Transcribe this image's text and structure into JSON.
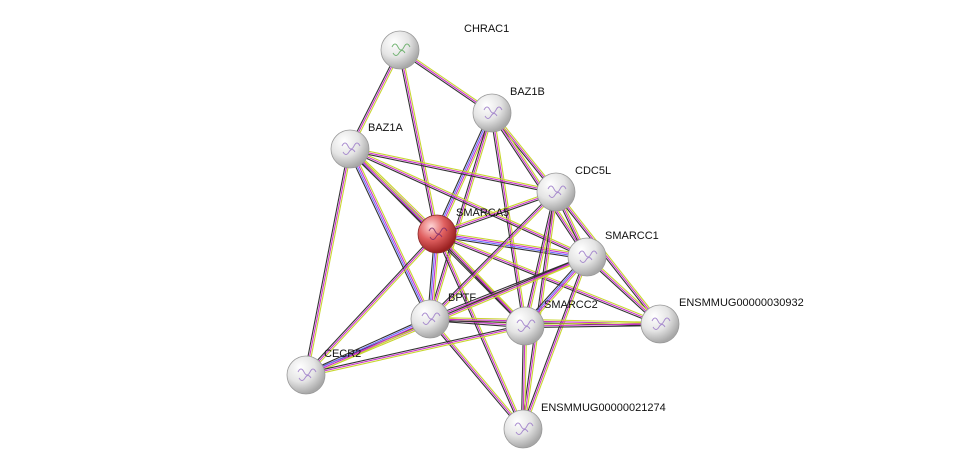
{
  "nodes": [
    {
      "id": "CHRAC1",
      "label": "CHRAC1",
      "query": false
    },
    {
      "id": "BAZ1B",
      "label": "BAZ1B",
      "query": false
    },
    {
      "id": "BAZ1A",
      "label": "BAZ1A",
      "query": false
    },
    {
      "id": "CDC5L",
      "label": "CDC5L",
      "query": false
    },
    {
      "id": "SMARCA5",
      "label": "SMARCA5",
      "query": true
    },
    {
      "id": "SMARCC1",
      "label": "SMARCC1",
      "query": false
    },
    {
      "id": "BPTF",
      "label": "BPTF",
      "query": false
    },
    {
      "id": "SMARCC2",
      "label": "SMARCC2",
      "query": false
    },
    {
      "id": "ENSMMUG00000030932",
      "label": "ENSMMUG00000030932",
      "query": false
    },
    {
      "id": "CECR2",
      "label": "CECR2",
      "query": false
    },
    {
      "id": "ENSMMUG00000021274",
      "label": "ENSMMUG00000021274",
      "query": false
    }
  ],
  "edges": [
    {
      "source": "CHRAC1",
      "target": "BAZ1B",
      "types": [
        "yellow",
        "magenta",
        "black"
      ]
    },
    {
      "source": "CHRAC1",
      "target": "BAZ1A",
      "types": [
        "yellow",
        "magenta",
        "black"
      ]
    },
    {
      "source": "CHRAC1",
      "target": "SMARCA5",
      "types": [
        "yellow",
        "magenta",
        "black"
      ]
    },
    {
      "source": "BAZ1B",
      "target": "SMARCA5",
      "types": [
        "yellow",
        "magenta",
        "blue",
        "black"
      ]
    },
    {
      "source": "BAZ1B",
      "target": "CDC5L",
      "types": [
        "yellow",
        "magenta",
        "black"
      ]
    },
    {
      "source": "BAZ1B",
      "target": "SMARCC1",
      "types": [
        "yellow",
        "magenta",
        "black"
      ]
    },
    {
      "source": "BAZ1B",
      "target": "BPTF",
      "types": [
        "yellow",
        "magenta",
        "black"
      ]
    },
    {
      "source": "BAZ1B",
      "target": "SMARCC2",
      "types": [
        "yellow",
        "magenta",
        "black"
      ]
    },
    {
      "source": "BAZ1A",
      "target": "SMARCA5",
      "types": [
        "yellow",
        "magenta",
        "blue",
        "black"
      ]
    },
    {
      "source": "BAZ1A",
      "target": "CDC5L",
      "types": [
        "yellow",
        "magenta",
        "black"
      ]
    },
    {
      "source": "BAZ1A",
      "target": "SMARCC1",
      "types": [
        "yellow",
        "magenta",
        "black"
      ]
    },
    {
      "source": "BAZ1A",
      "target": "BPTF",
      "types": [
        "yellow",
        "magenta",
        "blue",
        "black"
      ]
    },
    {
      "source": "BAZ1A",
      "target": "SMARCC2",
      "types": [
        "yellow",
        "magenta",
        "black"
      ]
    },
    {
      "source": "BAZ1A",
      "target": "CECR2",
      "types": [
        "yellow",
        "magenta",
        "black"
      ]
    },
    {
      "source": "SMARCA5",
      "target": "CDC5L",
      "types": [
        "yellow",
        "magenta",
        "black"
      ]
    },
    {
      "source": "SMARCA5",
      "target": "SMARCC1",
      "types": [
        "yellow",
        "magenta",
        "blue",
        "black"
      ]
    },
    {
      "source": "SMARCA5",
      "target": "BPTF",
      "types": [
        "yellow",
        "magenta",
        "blue",
        "black"
      ]
    },
    {
      "source": "SMARCA5",
      "target": "SMARCC2",
      "types": [
        "yellow",
        "magenta",
        "black"
      ]
    },
    {
      "source": "SMARCA5",
      "target": "ENSMMUG00000030932",
      "types": [
        "yellow",
        "magenta",
        "black"
      ]
    },
    {
      "source": "SMARCA5",
      "target": "CECR2",
      "types": [
        "yellow",
        "magenta",
        "black"
      ]
    },
    {
      "source": "SMARCA5",
      "target": "ENSMMUG00000021274",
      "types": [
        "yellow",
        "magenta",
        "black"
      ]
    },
    {
      "source": "CDC5L",
      "target": "SMARCC1",
      "types": [
        "yellow",
        "magenta",
        "black"
      ]
    },
    {
      "source": "CDC5L",
      "target": "BPTF",
      "types": [
        "yellow",
        "magenta",
        "black"
      ]
    },
    {
      "source": "CDC5L",
      "target": "SMARCC2",
      "types": [
        "yellow",
        "magenta",
        "black"
      ]
    },
    {
      "source": "CDC5L",
      "target": "ENSMMUG00000030932",
      "types": [
        "yellow",
        "magenta",
        "black"
      ]
    },
    {
      "source": "CDC5L",
      "target": "ENSMMUG00000021274",
      "types": [
        "yellow",
        "magenta",
        "black"
      ]
    },
    {
      "source": "SMARCC1",
      "target": "BPTF",
      "types": [
        "yellow",
        "magenta",
        "black"
      ]
    },
    {
      "source": "SMARCC1",
      "target": "SMARCC2",
      "types": [
        "yellow",
        "magenta",
        "blue",
        "black"
      ]
    },
    {
      "source": "SMARCC1",
      "target": "ENSMMUG00000030932",
      "types": [
        "yellow",
        "magenta",
        "black"
      ]
    },
    {
      "source": "SMARCC1",
      "target": "CECR2",
      "types": [
        "yellow",
        "magenta",
        "black"
      ]
    },
    {
      "source": "SMARCC1",
      "target": "ENSMMUG00000021274",
      "types": [
        "yellow",
        "magenta",
        "black"
      ]
    },
    {
      "source": "BPTF",
      "target": "SMARCC2",
      "types": [
        "yellow",
        "magenta",
        "black"
      ]
    },
    {
      "source": "BPTF",
      "target": "ENSMMUG00000030932",
      "types": [
        "yellow",
        "magenta",
        "black"
      ]
    },
    {
      "source": "BPTF",
      "target": "CECR2",
      "types": [
        "yellow",
        "magenta",
        "blue",
        "black"
      ]
    },
    {
      "source": "BPTF",
      "target": "ENSMMUG00000021274",
      "types": [
        "yellow",
        "magenta",
        "black"
      ]
    },
    {
      "source": "SMARCC2",
      "target": "ENSMMUG00000030932",
      "types": [
        "yellow",
        "magenta",
        "black"
      ]
    },
    {
      "source": "SMARCC2",
      "target": "CECR2",
      "types": [
        "yellow",
        "magenta",
        "black"
      ]
    },
    {
      "source": "SMARCC2",
      "target": "ENSMMUG00000021274",
      "types": [
        "yellow",
        "magenta",
        "black"
      ]
    }
  ],
  "colors": {
    "yellow": "#c8d630",
    "magenta": "#cc33cc",
    "blue": "#6b6bff",
    "black": "#333333",
    "node_default": "#e8e8e8",
    "node_query": "#e05858",
    "label_text": "#111111"
  }
}
